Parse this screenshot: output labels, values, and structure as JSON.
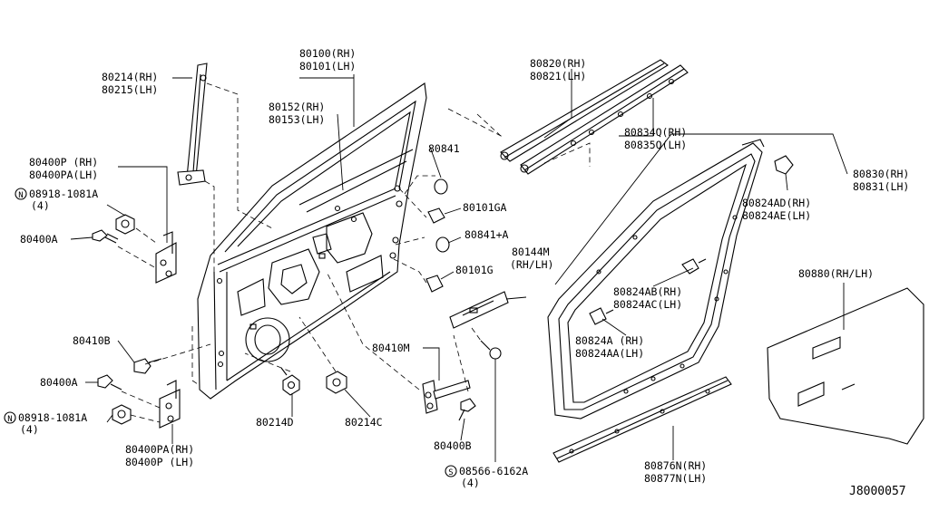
{
  "diagram": {
    "ref_code": "J8000057",
    "labels": {
      "l80214": [
        "80214(RH)",
        "80215(LH)"
      ],
      "l80100": [
        "80100(RH)",
        "80101(LH)"
      ],
      "l80152": [
        "80152(RH)",
        "80153(LH)"
      ],
      "l80820": [
        "80820(RH)",
        "80821(LH)"
      ],
      "l80834": [
        "80834Q(RH)",
        "80835Q(LH)"
      ],
      "l80841": [
        "80841"
      ],
      "l80101ga": [
        "80101GA"
      ],
      "l80841a": [
        "80841+A"
      ],
      "l80101g": [
        "80101G"
      ],
      "l80144m": [
        "80144M",
        "(RH/LH)"
      ],
      "l80400p": [
        "80400P (RH)",
        "80400PA(LH)"
      ],
      "l08918a": [
        "08918-1081A",
        "(4)"
      ],
      "l80400a1": [
        "80400A"
      ],
      "l80410b": [
        "80410B"
      ],
      "l80400a2": [
        "80400A"
      ],
      "l08918b": [
        "08918-1081A",
        "(4)"
      ],
      "l80400pa": [
        "80400PA(RH)",
        "80400P (LH)"
      ],
      "l80214d": [
        "80214D"
      ],
      "l80214c": [
        "80214C"
      ],
      "l80410m": [
        "80410M"
      ],
      "l80400b": [
        "80400B"
      ],
      "l08566": [
        "08566-6162A",
        "(4)"
      ],
      "l80830": [
        "80830(RH)",
        "80831(LH)"
      ],
      "l80824ad": [
        "80824AD(RH)",
        "80824AE(LH)"
      ],
      "l80824ab": [
        "80824AB(RH)",
        "80824AC(LH)"
      ],
      "l80824a": [
        "80824A (RH)",
        "80824AA(LH)"
      ],
      "l80880": [
        "80880(RH/LH)"
      ],
      "l80876": [
        "80876N(RH)",
        "80877N(LH)"
      ]
    },
    "symbols": {
      "n1": "N",
      "n2": "N",
      "s1": "S"
    }
  }
}
